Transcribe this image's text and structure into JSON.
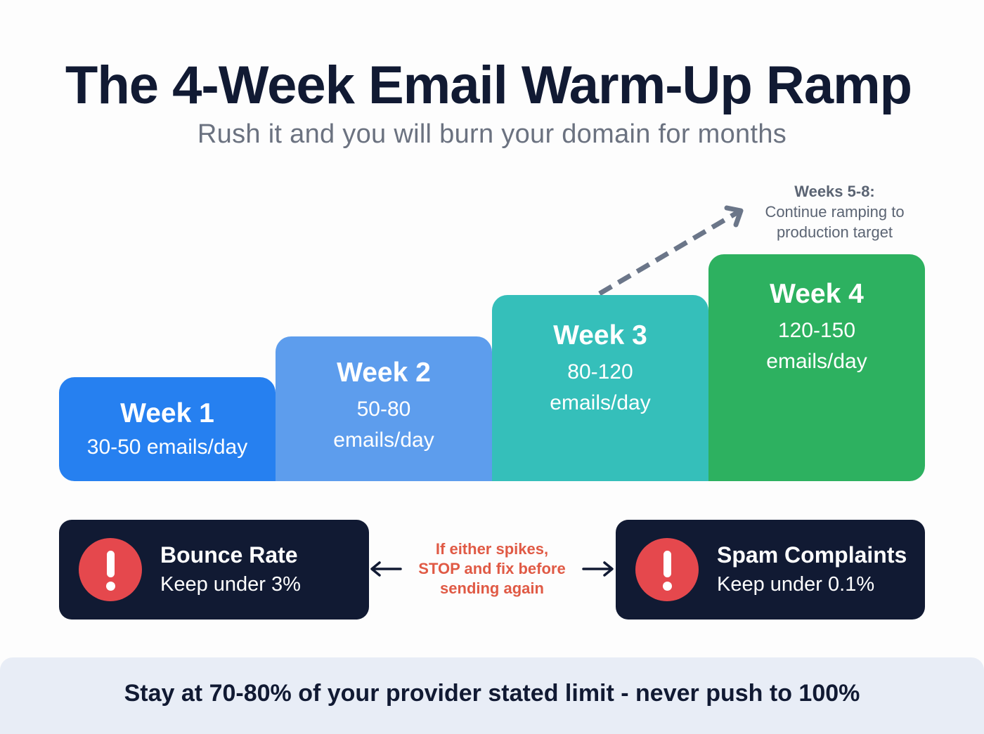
{
  "header": {
    "title": "The 4-Week Email Warm-Up Ramp",
    "subtitle": "Rush it and you will burn your domain for months"
  },
  "future_note": {
    "title": "Weeks 5-8:",
    "line1": "Continue ramping to",
    "line2": "production target",
    "arrow_color": "#6b7689"
  },
  "steps": [
    {
      "week": "Week 1",
      "volume": "30-50 emails/day",
      "volume_line1": "30-50 emails/day",
      "volume_line2": "",
      "color": "#2680f0"
    },
    {
      "week": "Week 2",
      "volume": "50-80 emails/day",
      "volume_line1": "50-80",
      "volume_line2": "emails/day",
      "color": "#5d9ded"
    },
    {
      "week": "Week 3",
      "volume": "80-120 emails/day",
      "volume_line1": "80-120",
      "volume_line2": "emails/day",
      "color": "#35bfba"
    },
    {
      "week": "Week 4",
      "volume": "120-150 emails/day",
      "volume_line1": "120-150",
      "volume_line2": "emails/day",
      "color": "#2db160"
    }
  ],
  "metrics": {
    "bounce": {
      "title": "Bounce Rate",
      "limit": "Keep under 3%",
      "icon": "alert-icon"
    },
    "spam": {
      "title": "Spam Complaints",
      "limit": "Keep under 0.1%",
      "icon": "alert-icon"
    }
  },
  "warning": {
    "line1": "If either spikes,",
    "line2": "STOP and fix before",
    "line3": "sending again",
    "color": "#e05a45"
  },
  "footer": {
    "text": "Stay at 70-80% of your provider stated limit - never push to 100%"
  },
  "colors": {
    "navy": "#111a33",
    "alert_red": "#e5484d",
    "subtitle_gray": "#6b7280",
    "footer_bg": "#e8edf6"
  }
}
